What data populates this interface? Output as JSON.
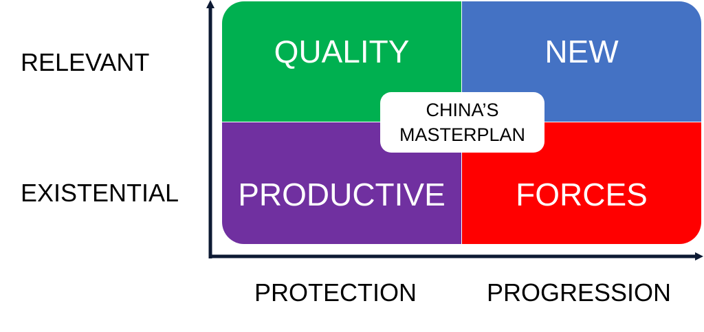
{
  "y_axis": {
    "labels": [
      "RELEVANT",
      "EXISTENTIAL"
    ]
  },
  "x_axis": {
    "labels": [
      "PROTECTION",
      "PROGRESSION"
    ]
  },
  "quadrants": [
    {
      "label": "QUALITY",
      "color": "#00b050"
    },
    {
      "label": "NEW",
      "color": "#4472c4"
    },
    {
      "label": "PRODUCTIVE",
      "color": "#7030a0"
    },
    {
      "label": "FORCES",
      "color": "#ff0000"
    }
  ],
  "center": {
    "line1": "CHINA’S",
    "line2": "MASTERPLAN"
  }
}
